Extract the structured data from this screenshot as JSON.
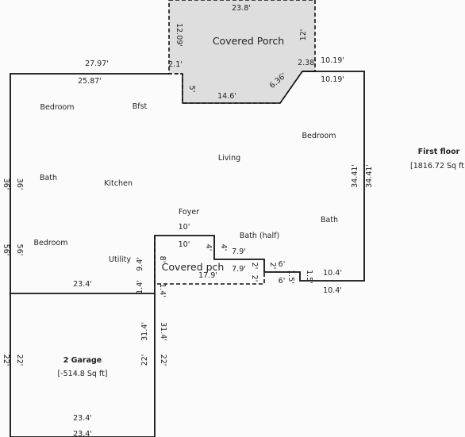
{
  "rooms": {
    "bedroom_nw": "Bedroom",
    "bfst": "Bfst",
    "bedroom_ne": "Bedroom",
    "living": "Living",
    "bath_w": "Bath",
    "kitchen": "Kitchen",
    "foyer": "Foyer",
    "bath_e": "Bath",
    "bath_half": "Bath (half)",
    "bedroom_sw": "Bedroom",
    "utility": "Utility",
    "covered_porch": "Covered Porch",
    "covered_pch": "Covered pch"
  },
  "floor": {
    "title": "First floor",
    "area": "[1816.72 Sq ft"
  },
  "garage": {
    "title": "2 Garage",
    "area": "[-514.8 Sq ft]"
  },
  "dims": {
    "porch_top": "23.8'",
    "porch_left": "12.09'",
    "porch_right": "12'",
    "porch_notch_left": "2.1'",
    "porch_notch_right": "2.38'",
    "porch_inner_left": "5'",
    "porch_bottom": "14.6'",
    "porch_diag": "6.36'",
    "house_top_outer": "27.97'",
    "house_top_inner": "25.87'",
    "ne_top_outer": "10.19'",
    "ne_top_inner": "10.19'",
    "right_outer": "34.41'",
    "right_inner": "34.41'",
    "left_upper_outer": "36'",
    "left_upper_inner": "36'",
    "left_mid_outer": "56'",
    "left_mid_inner": "56'",
    "pch_top": "10'",
    "pch_top_inner": "10'",
    "pch_step_v": "4'",
    "pch_step_v_in": "4'",
    "pch_step_h": "7.9'",
    "pch_step_h_in": "7.9'",
    "pch_left_in": "8'",
    "pch_left_out": "9.4'",
    "pch_right_in": "2'",
    "pch_right_out": "2'",
    "pch_bottom_in": "2'",
    "pch_bottom": "17.9'",
    "notch_h_out": "6'",
    "notch_h_in": "6'",
    "notch_v_out": "1.5'",
    "notch_v_in": "1.5'",
    "se_bottom_in": "10.4'",
    "se_bottom_out": "10.4'",
    "util_bottom": "23.4'",
    "util_jog_in": "1.4'",
    "util_jog_out": "1.4'",
    "garage_right_in": "31.4'",
    "garage_right_out": "31.4'",
    "garage_left_in": "22'",
    "garage_left_out": "22'",
    "garage_right_low_in": "22'",
    "garage_right_low_out": "22'",
    "garage_bottom_in": "23.4'",
    "garage_bottom_out": "23.4'"
  }
}
